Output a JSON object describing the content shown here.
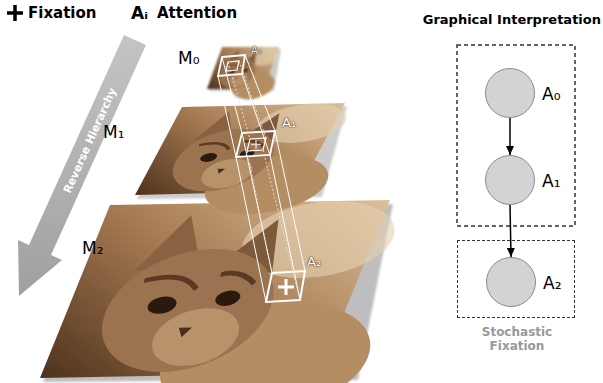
{
  "diagram": {
    "title": "Graphical Interpretation",
    "nodes": [
      {
        "text": [
          "A₀"
        ]
      },
      {
        "text": [
          "A₁"
        ]
      },
      {
        "text": [
          "Stochastic Fixation"
        ]
      },
      {
        "text": [
          "A₂"
        ],
        "in": 2
      }
    ],
    "edges": [
      {
        "from": 0,
        "to": 1,
        "arrow": "to"
      },
      {
        "from": 1,
        "to": 3,
        "arrow": "to"
      }
    ],
    "labels": [
      "Aᵢ",
      "M₀",
      "M₁",
      "M₂",
      "A₀",
      "A₁",
      "A₂",
      "Reverse Hierarchy"
    ],
    "legend": [
      {
        "text": "Fixation"
      },
      {
        "text": "Attention"
      }
    ]
  }
}
